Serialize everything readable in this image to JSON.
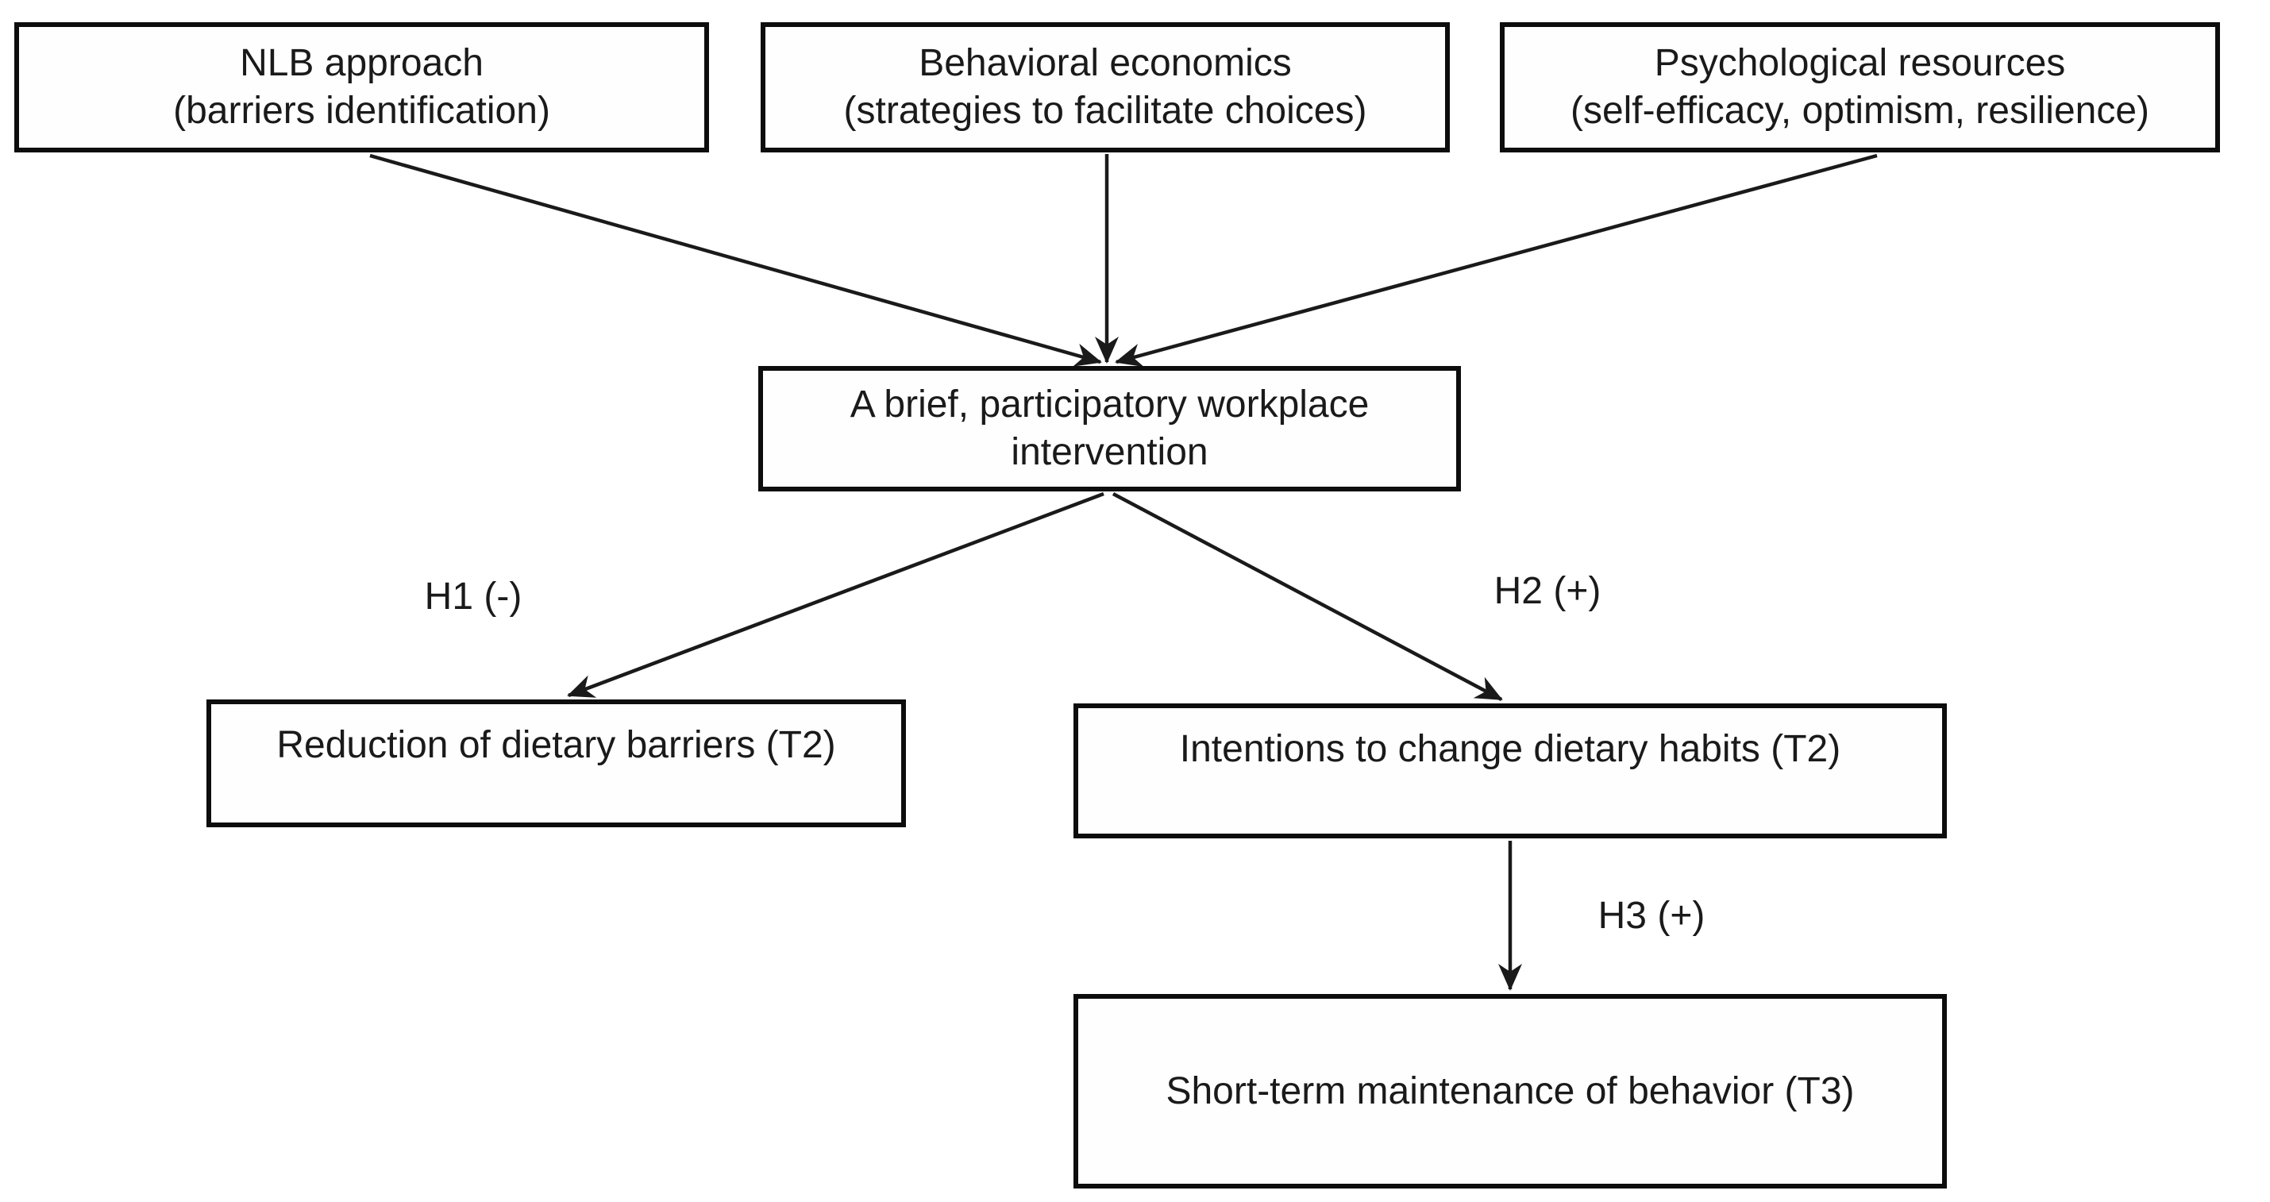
{
  "diagram": {
    "background": "#ffffff",
    "ink_color": "#1a1a1a",
    "nodes": {
      "nlb": {
        "line1": "NLB approach",
        "line2": "(barriers identification)"
      },
      "behavioral": {
        "line1": "Behavioral economics",
        "line2": "(strategies to facilitate choices)"
      },
      "psych": {
        "line1": "Psychological resources",
        "line2": "(self-efficacy, optimism, resilience)"
      },
      "intervention": {
        "line1": "A brief, participatory workplace",
        "line2": "intervention"
      },
      "barriers": {
        "text": "Reduction of dietary barriers (T2)"
      },
      "intentions": {
        "text": "Intentions to change dietary habits (T2)"
      },
      "maintenance": {
        "text": "Short-term maintenance of behavior (T3)"
      }
    },
    "labels": {
      "h1": "H1 (-)",
      "h2": "H2 (+)",
      "h3": "H3 (+)"
    },
    "edges": [
      {
        "from": "NLB approach (barriers identification)",
        "to": "A brief, participatory workplace intervention",
        "label": ""
      },
      {
        "from": "Behavioral economics (strategies to facilitate choices)",
        "to": "A brief, participatory workplace intervention",
        "label": ""
      },
      {
        "from": "Psychological resources (self-efficacy, optimism, resilience)",
        "to": "A brief, participatory workplace intervention",
        "label": ""
      },
      {
        "from": "A brief, participatory workplace intervention",
        "to": "Reduction of dietary barriers (T2)",
        "label": "H1 (-)"
      },
      {
        "from": "A brief, participatory workplace intervention",
        "to": "Intentions to change dietary habits (T2)",
        "label": "H2 (+)"
      },
      {
        "from": "Intentions to change dietary habits (T2)",
        "to": "Short-term maintenance of behavior (T3)",
        "label": "H3 (+)"
      }
    ]
  }
}
